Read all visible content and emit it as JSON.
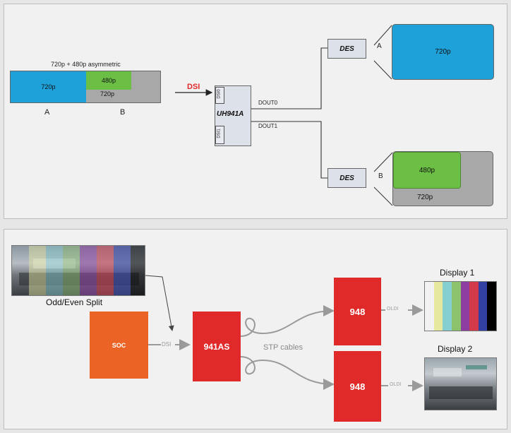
{
  "top": {
    "source_caption": "720p + 480p asymmetric",
    "source_720p": "720p",
    "source_480p": "480p",
    "source_720p_b": "720p",
    "label_a": "A",
    "label_b": "B",
    "dsi_label": "DSI",
    "chip_label": "UH941A",
    "dsi0": "DSI0",
    "dsi1": "DSI1",
    "dout0": "DOUT0",
    "dout1": "DOUT1",
    "des_top": "DES",
    "des_bottom": "DES",
    "out_a": "A",
    "out_b": "B",
    "display_a": "720p",
    "display_b_inner": "480p",
    "display_b_outer": "720p"
  },
  "bottom": {
    "split_caption": "Odd/Even Split",
    "soc": "SOC",
    "dsi": "DSI",
    "chip": "941AS",
    "stp": "STP cables",
    "des1": "948",
    "des2": "948",
    "oldi1": "OLDI",
    "oldi2": "OLDI",
    "display1": "Display 1",
    "display2": "Display 2"
  },
  "colors": {
    "blue": "#1ea0d8",
    "green": "#6cbf45",
    "gray": "#a8a8a8",
    "red": "#e02a2a",
    "orange": "#eb6325"
  },
  "color_bars": [
    "#f2f2f2",
    "#e6e8a0",
    "#86cfd0",
    "#8cc26c",
    "#8c3ea0",
    "#d23a4a",
    "#3240a4",
    "#000000"
  ]
}
